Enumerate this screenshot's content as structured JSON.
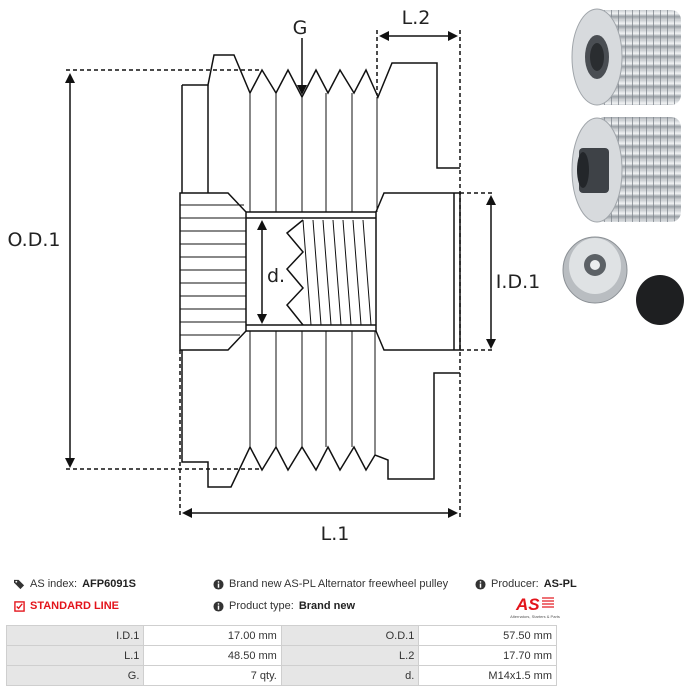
{
  "diagram": {
    "labels": {
      "groove": "G",
      "l2": "L.2",
      "l1": "L.1",
      "od1": "O.D.1",
      "id1": "I.D.1",
      "d": "d."
    }
  },
  "product_photos": [
    {
      "name": "pulley-front-view"
    },
    {
      "name": "pulley-rear-view"
    },
    {
      "name": "pulley-side-with-cap"
    }
  ],
  "info": {
    "index_label": "AS index:",
    "index_value": "AFP6091S",
    "line_label": "STANDARD LINE",
    "description": "Brand new AS-PL Alternator freewheel pulley",
    "product_type_label": "Product type:",
    "product_type_value": "Brand new",
    "producer_label": "Producer:",
    "producer_value": "AS-PL",
    "logo_text": "AS",
    "logo_tagline": "Alternators, Starters & Parts",
    "accent_color": "#e3141b"
  },
  "specs": [
    [
      {
        "k": "I.D.1",
        "v": "17.00 mm"
      },
      {
        "k": "O.D.1",
        "v": "57.50 mm"
      }
    ],
    [
      {
        "k": "L.1",
        "v": "48.50 mm"
      },
      {
        "k": "L.2",
        "v": "17.70 mm"
      }
    ],
    [
      {
        "k": "G.",
        "v": "7 qty."
      },
      {
        "k": "d.",
        "v": "M14x1.5 mm"
      }
    ]
  ]
}
